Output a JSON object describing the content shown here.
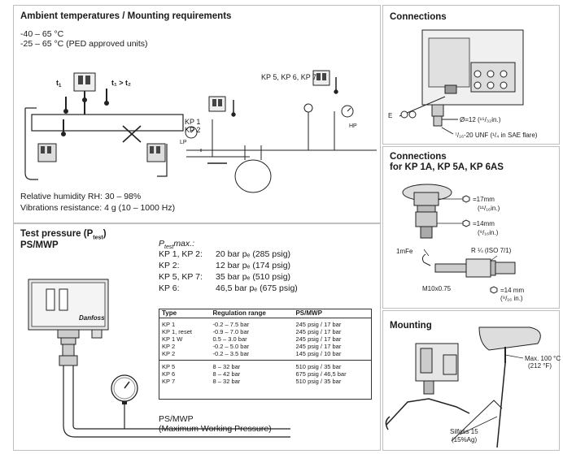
{
  "ambient": {
    "title": "Ambient temperatures / Mounting requirements",
    "temp_line1": "-40 – 65 °C",
    "temp_line2": "-25 – 65 °C (PED approved units)",
    "t1_label": "t",
    "t1_sub": "1",
    "t_compare": "t₁ > t₂",
    "kp12_label1": "KP 1",
    "kp12_label2": "KP 2",
    "kp567_label": "KP 5, KP 6, KP 7",
    "lp_label": "LP",
    "hp_label": "HP",
    "humidity": "Relative humidity RH: 30 – 98%",
    "vibration": "Vibrations resistance: 4 g (10 – 1000 Hz)"
  },
  "connections": {
    "title": "Connections",
    "pipe_size": "Ø=12 (¹⁵/₃₂in.)",
    "unf": "⁷/₁₆-20 UNF (¹/₄ in SAE flare)"
  },
  "connections2": {
    "title_line1": "Connections",
    "title_line2": "for KP 1A, KP 5A, KP 6AS",
    "hex1": "=17mm",
    "hex1_in": "(¹¹/₁₆in.)",
    "hex2": "=14mm",
    "hex2_in": "(⁹/₁₆in.)",
    "rthread": "R ¼ (ISO 7/1)",
    "material": "1mFe",
    "metric": "M10x0.75",
    "hex3": "=14 mm",
    "hex3_in": "(⁹/₁₆ in.)"
  },
  "mounting": {
    "title": "Mounting",
    "max_temp": "Max. 100 °C",
    "max_temp_f": "(212 °F)",
    "solder": "Silfoss 15",
    "solder_ag": "(15%Ag)"
  },
  "test_pressure": {
    "title_line1": "Test pressure (P",
    "title_sub": "test",
    "title_close": ")",
    "title_line2": "PS/MWP",
    "ptest_header": "P",
    "ptest_sub": "test",
    "ptest_tail": "max.:",
    "rows": [
      {
        "model": "KP 1, KP 2:",
        "value": "20 bar pₑ (285 psig)"
      },
      {
        "model": "KP 2:",
        "value": "12 bar pₑ (174 psig)"
      },
      {
        "model": "KP 5, KP 7:",
        "value": "35 bar pₑ (510 psig)"
      },
      {
        "model": "KP 6:",
        "value": "46,5 bar pₑ (675 psig)"
      }
    ],
    "mwp_line1": "PS/MWP",
    "mwp_line2": "(Maximum Working Pressure)"
  },
  "spec_table": {
    "headers": [
      "Type",
      "Regulation range",
      "PS/MWP"
    ],
    "group1": [
      [
        "KP 1",
        "-0.2 – 7.5 bar",
        "245 psig / 17 bar"
      ],
      [
        "KP 1, reset",
        "-0.9 – 7.0 bar",
        "245 psig / 17 bar"
      ],
      [
        "KP 1 W",
        "0.5 – 3.0 bar",
        "245 psig / 17 bar"
      ],
      [
        "KP 2",
        "-0.2 – 5.0 bar",
        "245 psig / 17 bar"
      ],
      [
        "KP 2",
        "-0.2 – 3.5 bar",
        "145 psig / 10 bar"
      ]
    ],
    "group2": [
      [
        "KP 5",
        "8 – 32 bar",
        "510 psig / 35 bar"
      ],
      [
        "KP 6",
        "8 – 42 bar",
        "675 psig / 46,5 bar"
      ],
      [
        "KP 7",
        "8 – 32 bar",
        "510 psig / 35 bar"
      ]
    ]
  },
  "brand": "Danfoss"
}
